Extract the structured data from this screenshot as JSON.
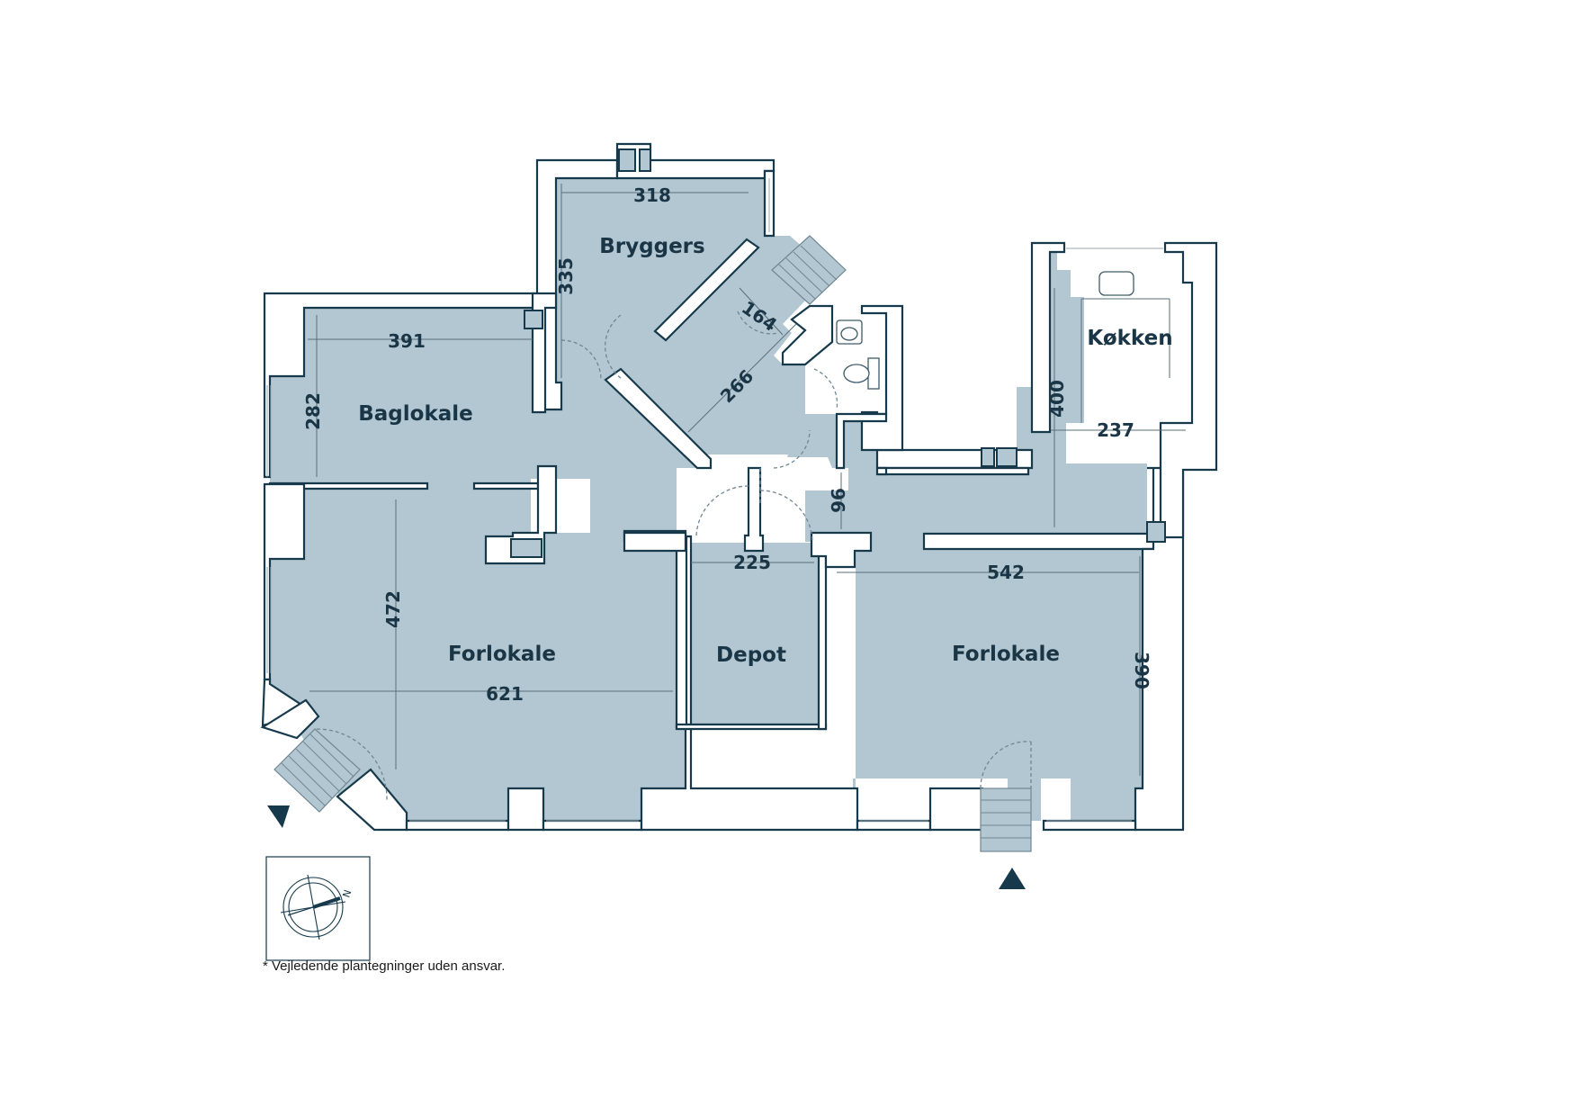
{
  "rooms": {
    "bryggers": "Bryggers",
    "baglokale": "Baglokale",
    "forlokale_left": "Forlokale",
    "depot": "Depot",
    "forlokale_right": "Forlokale",
    "kokken": "Køkken"
  },
  "dimensions": {
    "bryggers_width": "318",
    "bryggers_height": "335",
    "baglokale_width": "391",
    "baglokale_height": "282",
    "stair_landing_a": "164",
    "stair_landing_b": "266",
    "kokken_height": "400",
    "kokken_width": "237",
    "hall_height": "96",
    "depot_width": "225",
    "forlokale_right_width": "542",
    "forlokale_right_height": "390",
    "forlokale_left_height": "472",
    "forlokale_left_width": "621"
  },
  "compass": {
    "north_label": "N"
  },
  "disclaimer": "* Vejledende plantegninger uden ansvar.",
  "colors": {
    "room_fill": "#b2c7d1",
    "wall_stroke": "#163a4c"
  },
  "icons": [
    "entrance-arrow-icon",
    "compass-icon",
    "sink-icon",
    "toilet-icon"
  ]
}
